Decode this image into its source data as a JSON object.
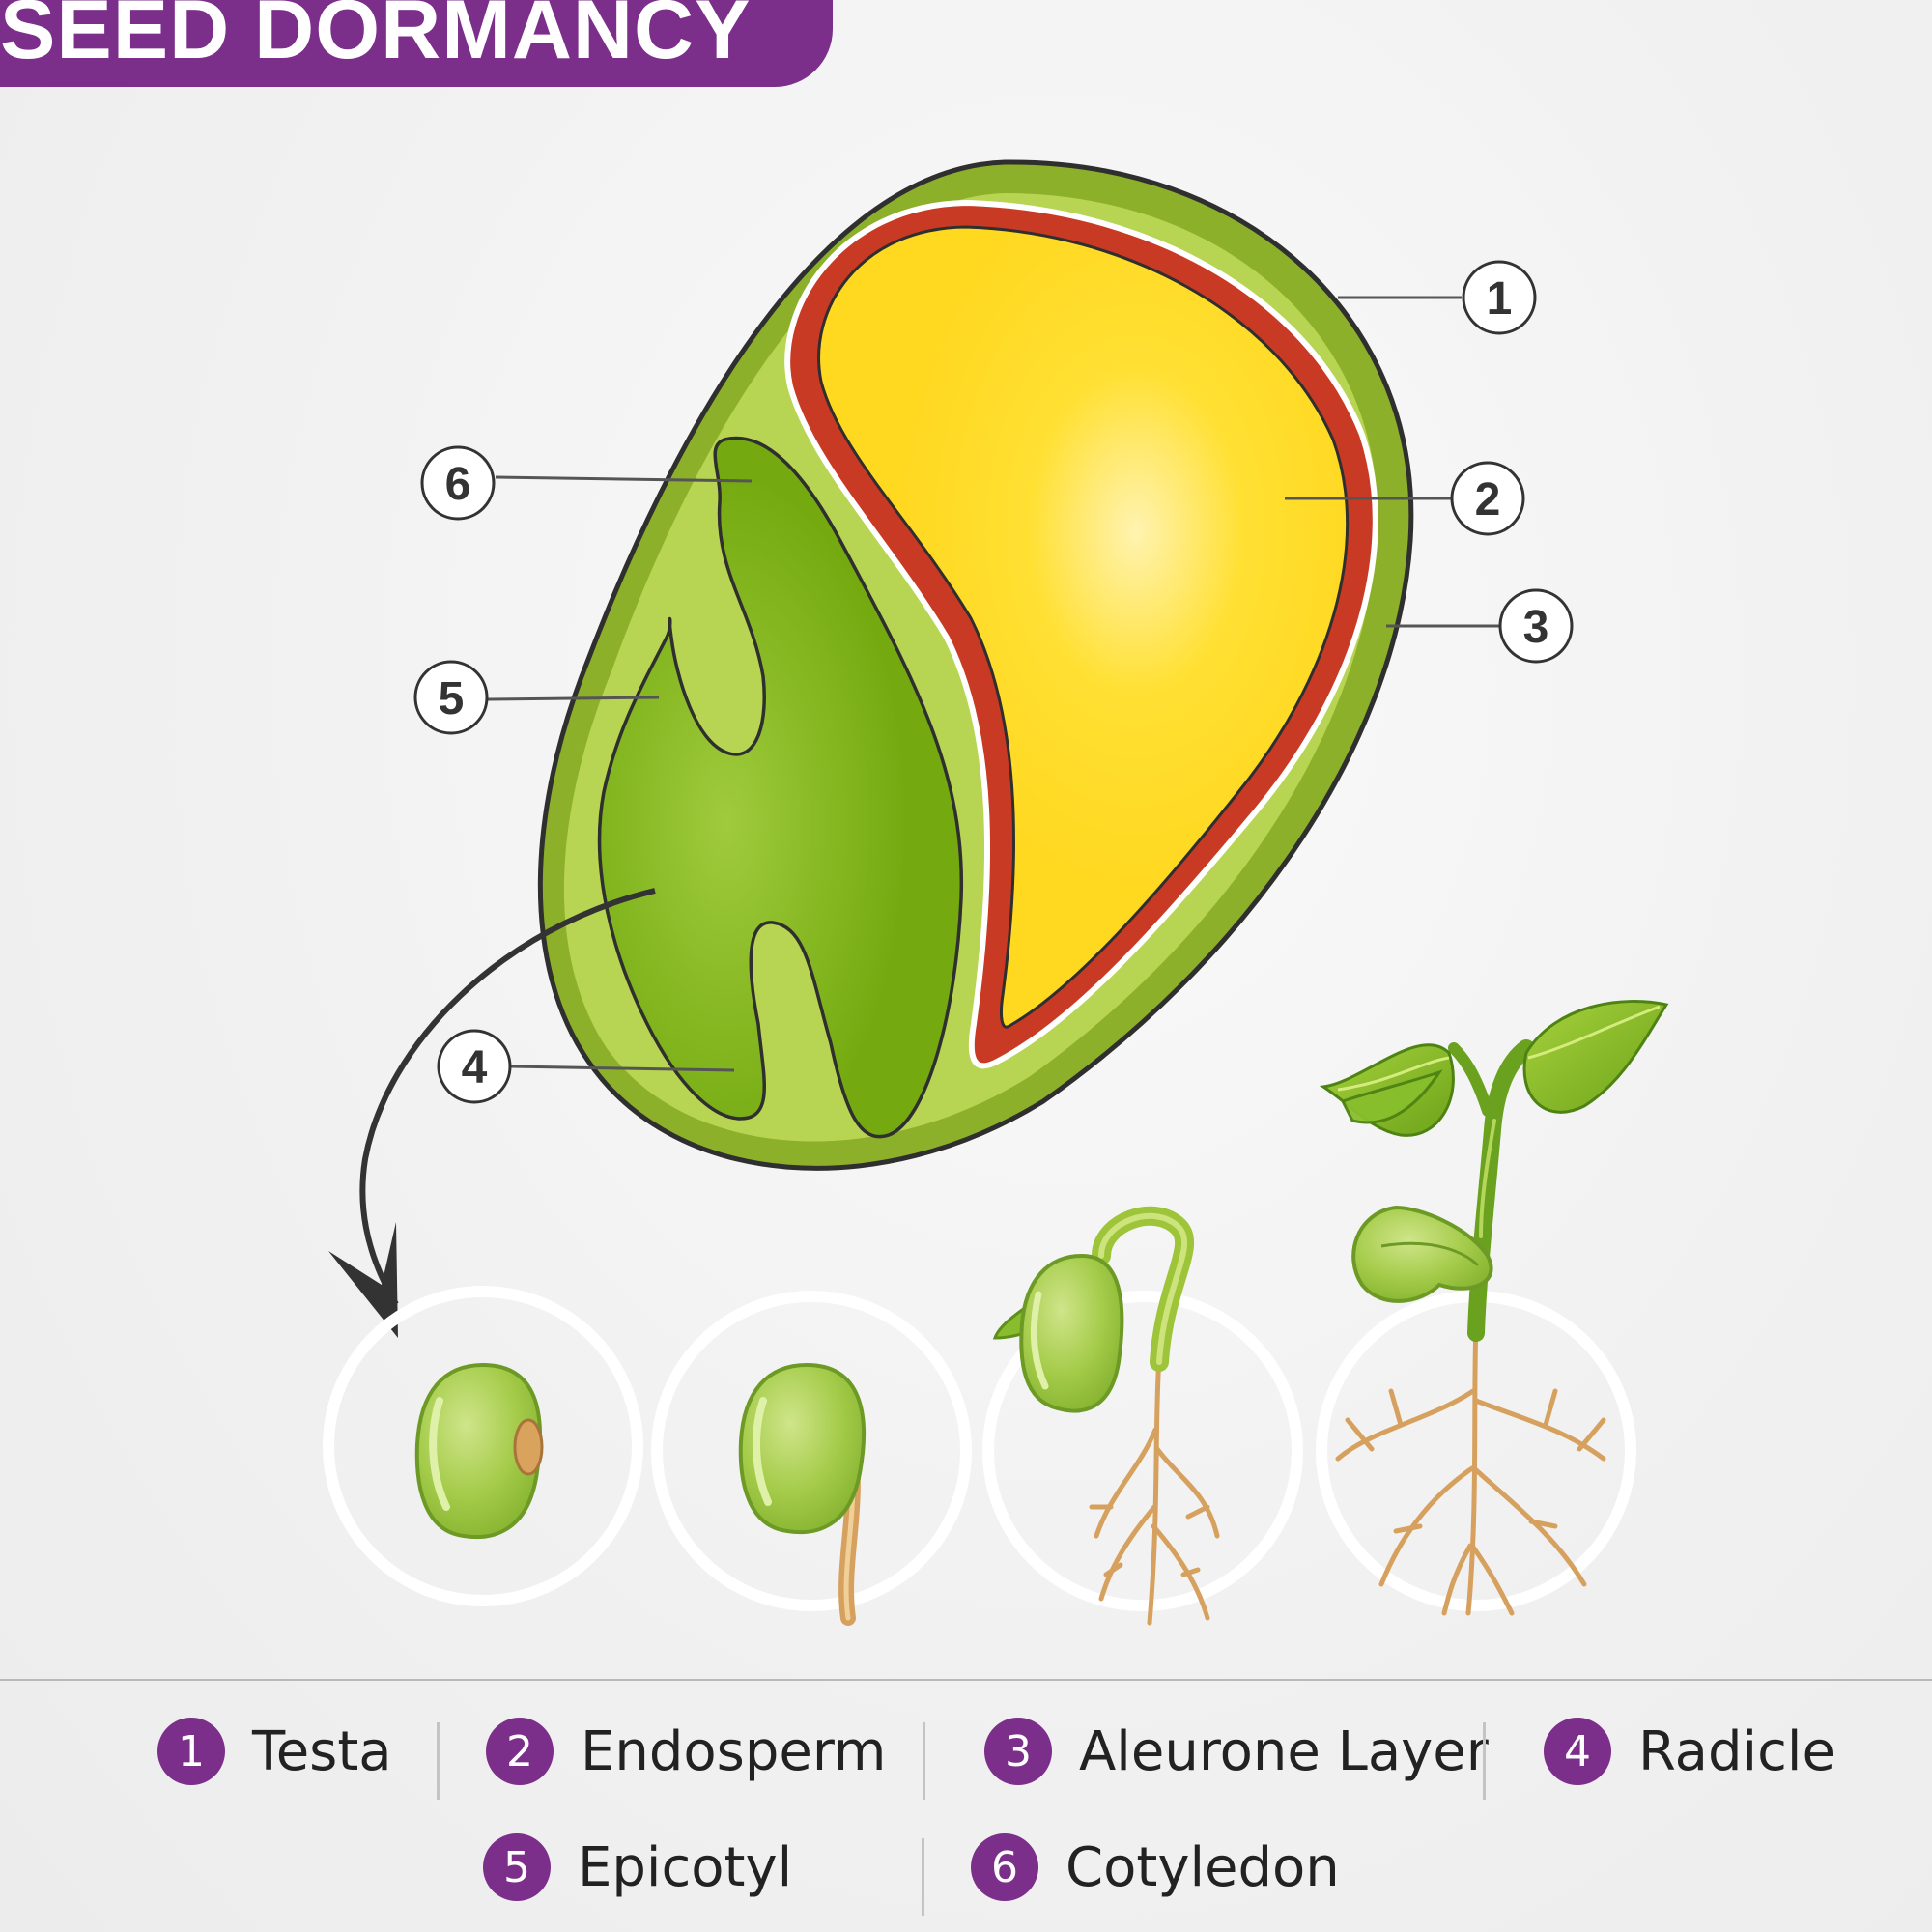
{
  "title": "SEED DORMANCY",
  "callouts": {
    "c1": "1",
    "c2": "2",
    "c3": "3",
    "c4": "4",
    "c5": "5",
    "c6": "6"
  },
  "legend": [
    {
      "num": "1",
      "label": "Testa"
    },
    {
      "num": "2",
      "label": "Endosperm"
    },
    {
      "num": "3",
      "label": "Aleurone Layer"
    },
    {
      "num": "4",
      "label": "Radicle"
    },
    {
      "num": "5",
      "label": "Epicotyl"
    },
    {
      "num": "6",
      "label": "Cotyledon"
    }
  ],
  "colors": {
    "banner": "#7b2f8a",
    "testa": "#8cb02a",
    "seed_light": "#b4d14e",
    "endosperm": "#ffd820",
    "aleurone": "#c93a24",
    "embryo": "#78ad12",
    "root": "#d6a15e"
  }
}
